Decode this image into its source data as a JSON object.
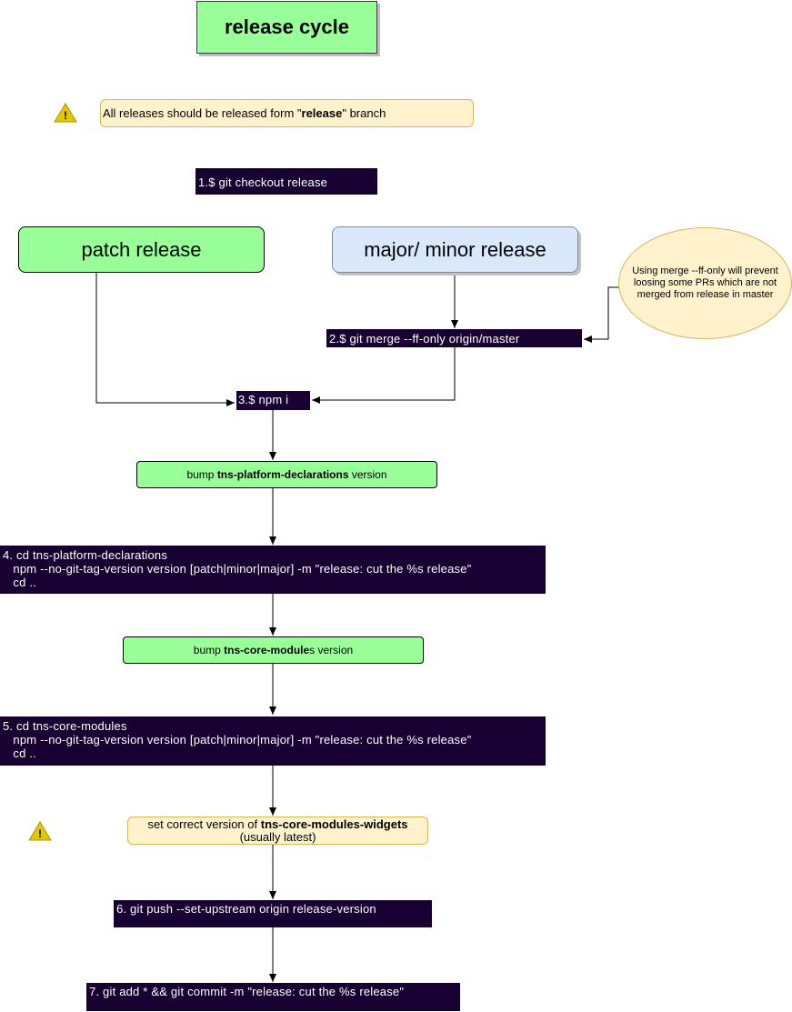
{
  "title": "release cycle",
  "note_release": {
    "prefix": "All releases should be released form \"",
    "bold": "release",
    "suffix": "\" branch"
  },
  "step1": "1.$ git checkout release",
  "patch_release": "patch release",
  "major_minor_release": "major/ minor release",
  "ff_note": "Using merge --ff-only will prevent loosing some PRs which are not merged from release in master",
  "step2": "2.$ git merge --ff-only origin/master",
  "step3": "3.$ npm i",
  "bump_platform": {
    "prefix": "bump ",
    "bold": "tns-platform-declarations",
    "suffix": " version"
  },
  "step4": {
    "line1": "4. cd tns-platform-declarations",
    "line2": "   npm --no-git-tag-version version [patch|minor|major] -m \"release: cut the %s release\"",
    "line3": "   cd .."
  },
  "bump_core": {
    "prefix": "bump ",
    "bold": "tns-core-module",
    "suffix": "s version"
  },
  "step5": {
    "line1": "5. cd tns-core-modules",
    "line2": "   npm --no-git-tag-version version [patch|minor|major] -m \"release: cut the %s release\"",
    "line3": "   cd .."
  },
  "widgets_note": {
    "prefix": "set correct version of ",
    "bold": "tns-core-modules-widgets",
    "line2": "(usually latest)"
  },
  "step6": "6. git push --set-upstream origin release-version",
  "step7": "7. git add * && git commit -m \"release: cut the %s release\"",
  "warning_icon": "warning-triangle-icon",
  "colors": {
    "green": "#99ff99",
    "dark": "#190033",
    "note": "#fff2cc",
    "note_border": "#d6b656",
    "blue": "#dae8fc",
    "blue_border": "#6c8ebf",
    "warning": "#e3c800"
  }
}
